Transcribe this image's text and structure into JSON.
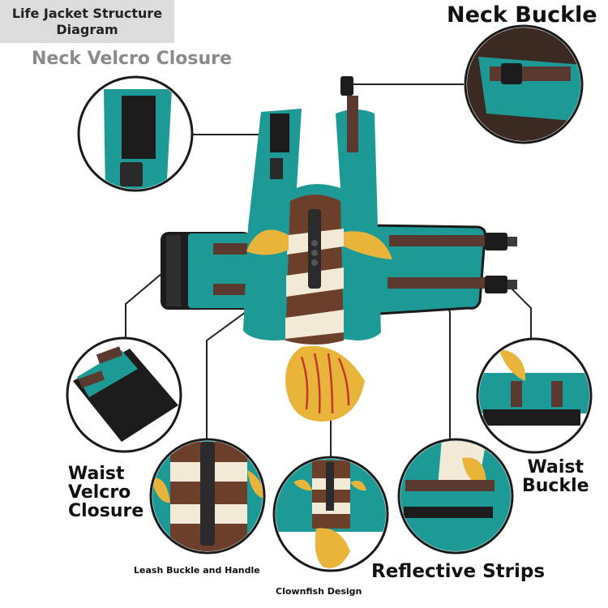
{
  "diagram": {
    "title_lines": [
      "Life Jacket Structure",
      "Diagram"
    ],
    "labels": {
      "neck_velcro": "Neck Velcro Closure",
      "neck_buckle": "Neck Buckle",
      "waist_velcro_lines": [
        "Waist",
        "Velcro",
        "Closure"
      ],
      "waist_buckle_lines": [
        "Waist",
        "Buckle"
      ],
      "leash": "Leash Buckle and Handle",
      "clownfish": "Clownfish Design",
      "reflective": "Reflective Strips"
    },
    "colors": {
      "teal": "#1e9a96",
      "teal_dark": "#167a77",
      "brown": "#6b3f2a",
      "cream": "#f2ead6",
      "yellow": "#e8b53a",
      "black": "#1c1c1c",
      "strap": "#5a3a30"
    }
  }
}
